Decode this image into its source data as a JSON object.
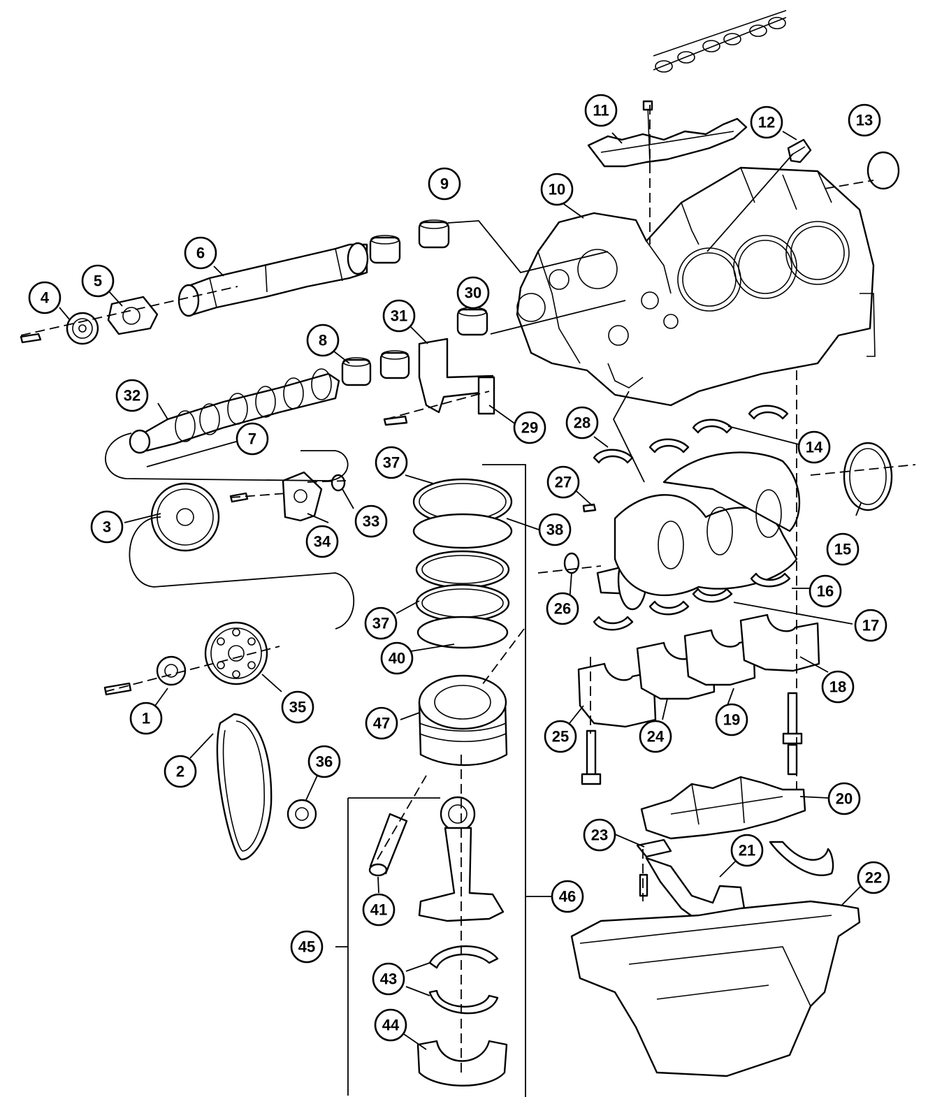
{
  "callouts": [
    {
      "label": "1"
    },
    {
      "label": "2"
    },
    {
      "label": "3"
    },
    {
      "label": "4"
    },
    {
      "label": "5"
    },
    {
      "label": "6"
    },
    {
      "label": "7"
    },
    {
      "label": "8"
    },
    {
      "label": "9"
    },
    {
      "label": "10"
    },
    {
      "label": "11"
    },
    {
      "label": "12"
    },
    {
      "label": "13"
    },
    {
      "label": "14"
    },
    {
      "label": "15"
    },
    {
      "label": "16"
    },
    {
      "label": "17"
    },
    {
      "label": "18"
    },
    {
      "label": "19"
    },
    {
      "label": "20"
    },
    {
      "label": "21"
    },
    {
      "label": "22"
    },
    {
      "label": "23"
    },
    {
      "label": "24"
    },
    {
      "label": "25"
    },
    {
      "label": "26"
    },
    {
      "label": "27"
    },
    {
      "label": "28"
    },
    {
      "label": "29"
    },
    {
      "label": "30"
    },
    {
      "label": "31"
    },
    {
      "label": "32"
    },
    {
      "label": "33"
    },
    {
      "label": "34"
    },
    {
      "label": "35"
    },
    {
      "label": "36"
    },
    {
      "label": "37"
    },
    {
      "label": "38"
    },
    {
      "label": "37"
    },
    {
      "label": "40"
    },
    {
      "label": "47"
    },
    {
      "label": "41"
    },
    {
      "label": "43"
    },
    {
      "label": "44"
    },
    {
      "label": "45"
    },
    {
      "label": "46"
    }
  ]
}
